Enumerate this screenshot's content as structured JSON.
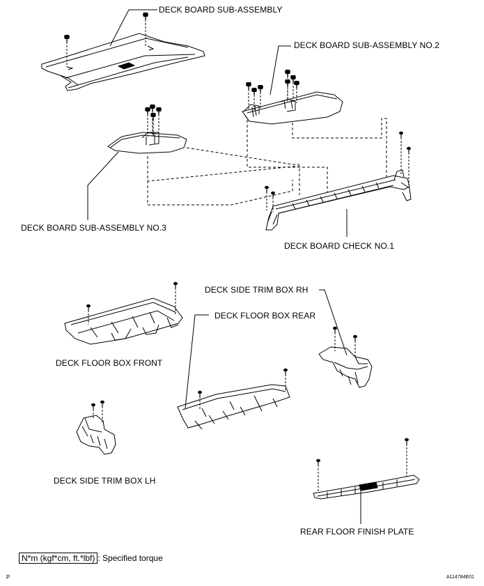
{
  "labels": {
    "deck_board": "DECK BOARD SUB-ASSEMBLY",
    "deck_board_no2": "DECK BOARD SUB-ASSEMBLY NO.2",
    "deck_board_no3": "DECK BOARD SUB-ASSEMBLY NO.3",
    "deck_board_check_no1": "DECK BOARD CHECK NO.1",
    "deck_side_trim_rh": "DECK SIDE TRIM BOX RH",
    "deck_floor_box_rear": "DECK FLOOR BOX REAR",
    "deck_floor_box_front": "DECK FLOOR BOX FRONT",
    "deck_side_trim_lh": "DECK SIDE TRIM BOX LH",
    "rear_floor_finish_plate": "REAR FLOOR FINISH PLATE"
  },
  "legend": {
    "unit": "N*m (kgf*cm, ft.*lbf)",
    "text": ": Specified torque"
  },
  "footer": {
    "left_mark": "P",
    "code": "A114784E01"
  }
}
